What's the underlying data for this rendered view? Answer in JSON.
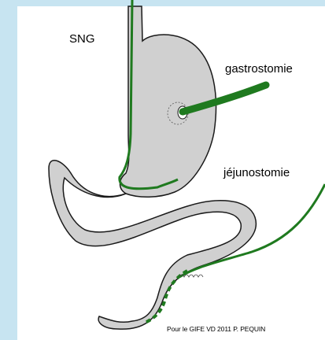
{
  "labels": {
    "sng": "SNG",
    "gastrostomie": "gastrostomie",
    "jejunostomie": "jéjunostomie",
    "credit": "Pour le GIFE VD 2011 P. PEQUIN"
  },
  "colors": {
    "background": "#c7e4f1",
    "organ_fill": "#d0d0d0",
    "organ_stroke": "#1a1a1a",
    "tube": "#1f7a1f"
  }
}
